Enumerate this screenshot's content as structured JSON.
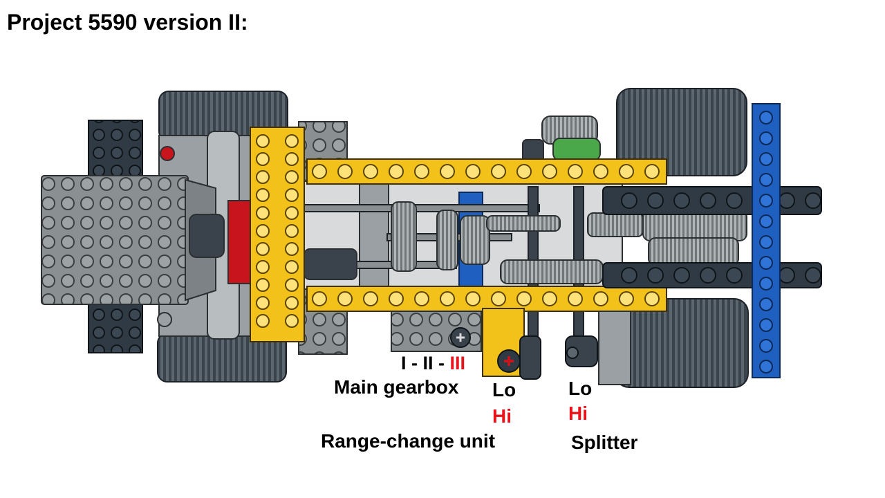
{
  "title": "Project 5590 version II:",
  "labels": {
    "gears_1": "I",
    "sep_1": " - ",
    "gears_2": "II",
    "sep_2": " - ",
    "gears_3": "III",
    "main_gearbox": "Main gearbox",
    "range_lo": "Lo",
    "range_hi": "Hi",
    "range_change_unit": "Range-change unit",
    "splitter_lo": "Lo",
    "splitter_hi": "Hi",
    "splitter": "Splitter"
  },
  "colors": {
    "yellow_beam": "#f2c21b",
    "dark_gray": "#2f3a44",
    "light_gray": "#8f9496",
    "blue_beam": "#1f5fbf",
    "red_part": "#c8141c",
    "hi_label": "#e8141c"
  }
}
